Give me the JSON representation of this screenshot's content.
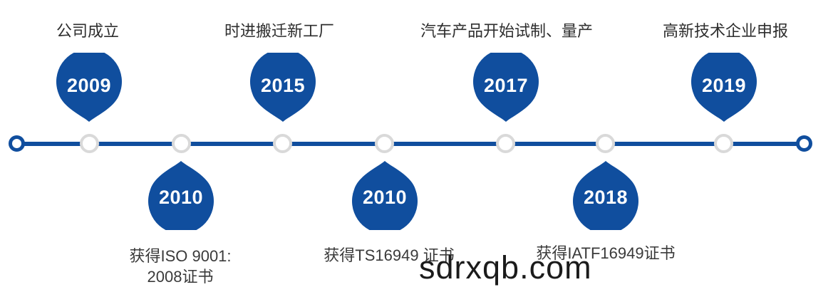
{
  "timeline": {
    "milestones": [
      {
        "year": "2009",
        "label": "公司成立",
        "side": "top"
      },
      {
        "year": "2010",
        "label": "获得ISO 9001:\n2008证书",
        "side": "bottom"
      },
      {
        "year": "2015",
        "label": "时进搬迁新工厂",
        "side": "top"
      },
      {
        "year": "2010",
        "label": "获得TS16949 证书",
        "side": "bottom"
      },
      {
        "year": "2017",
        "label": "汽车产品开始试制、量产",
        "side": "top"
      },
      {
        "year": "2018",
        "label": "获得IATF16949证书",
        "side": "bottom"
      },
      {
        "year": "2019",
        "label": "高新技术企业申报",
        "side": "top"
      }
    ]
  },
  "watermark": {
    "text": "sdrxqb.com"
  },
  "colors": {
    "accent_blue": "#104e9e",
    "dot_border_gray": "#d9d9d9",
    "label_text": "#2e2e2e",
    "watermark_text": "#1b1b1b",
    "background": "#ffffff"
  }
}
